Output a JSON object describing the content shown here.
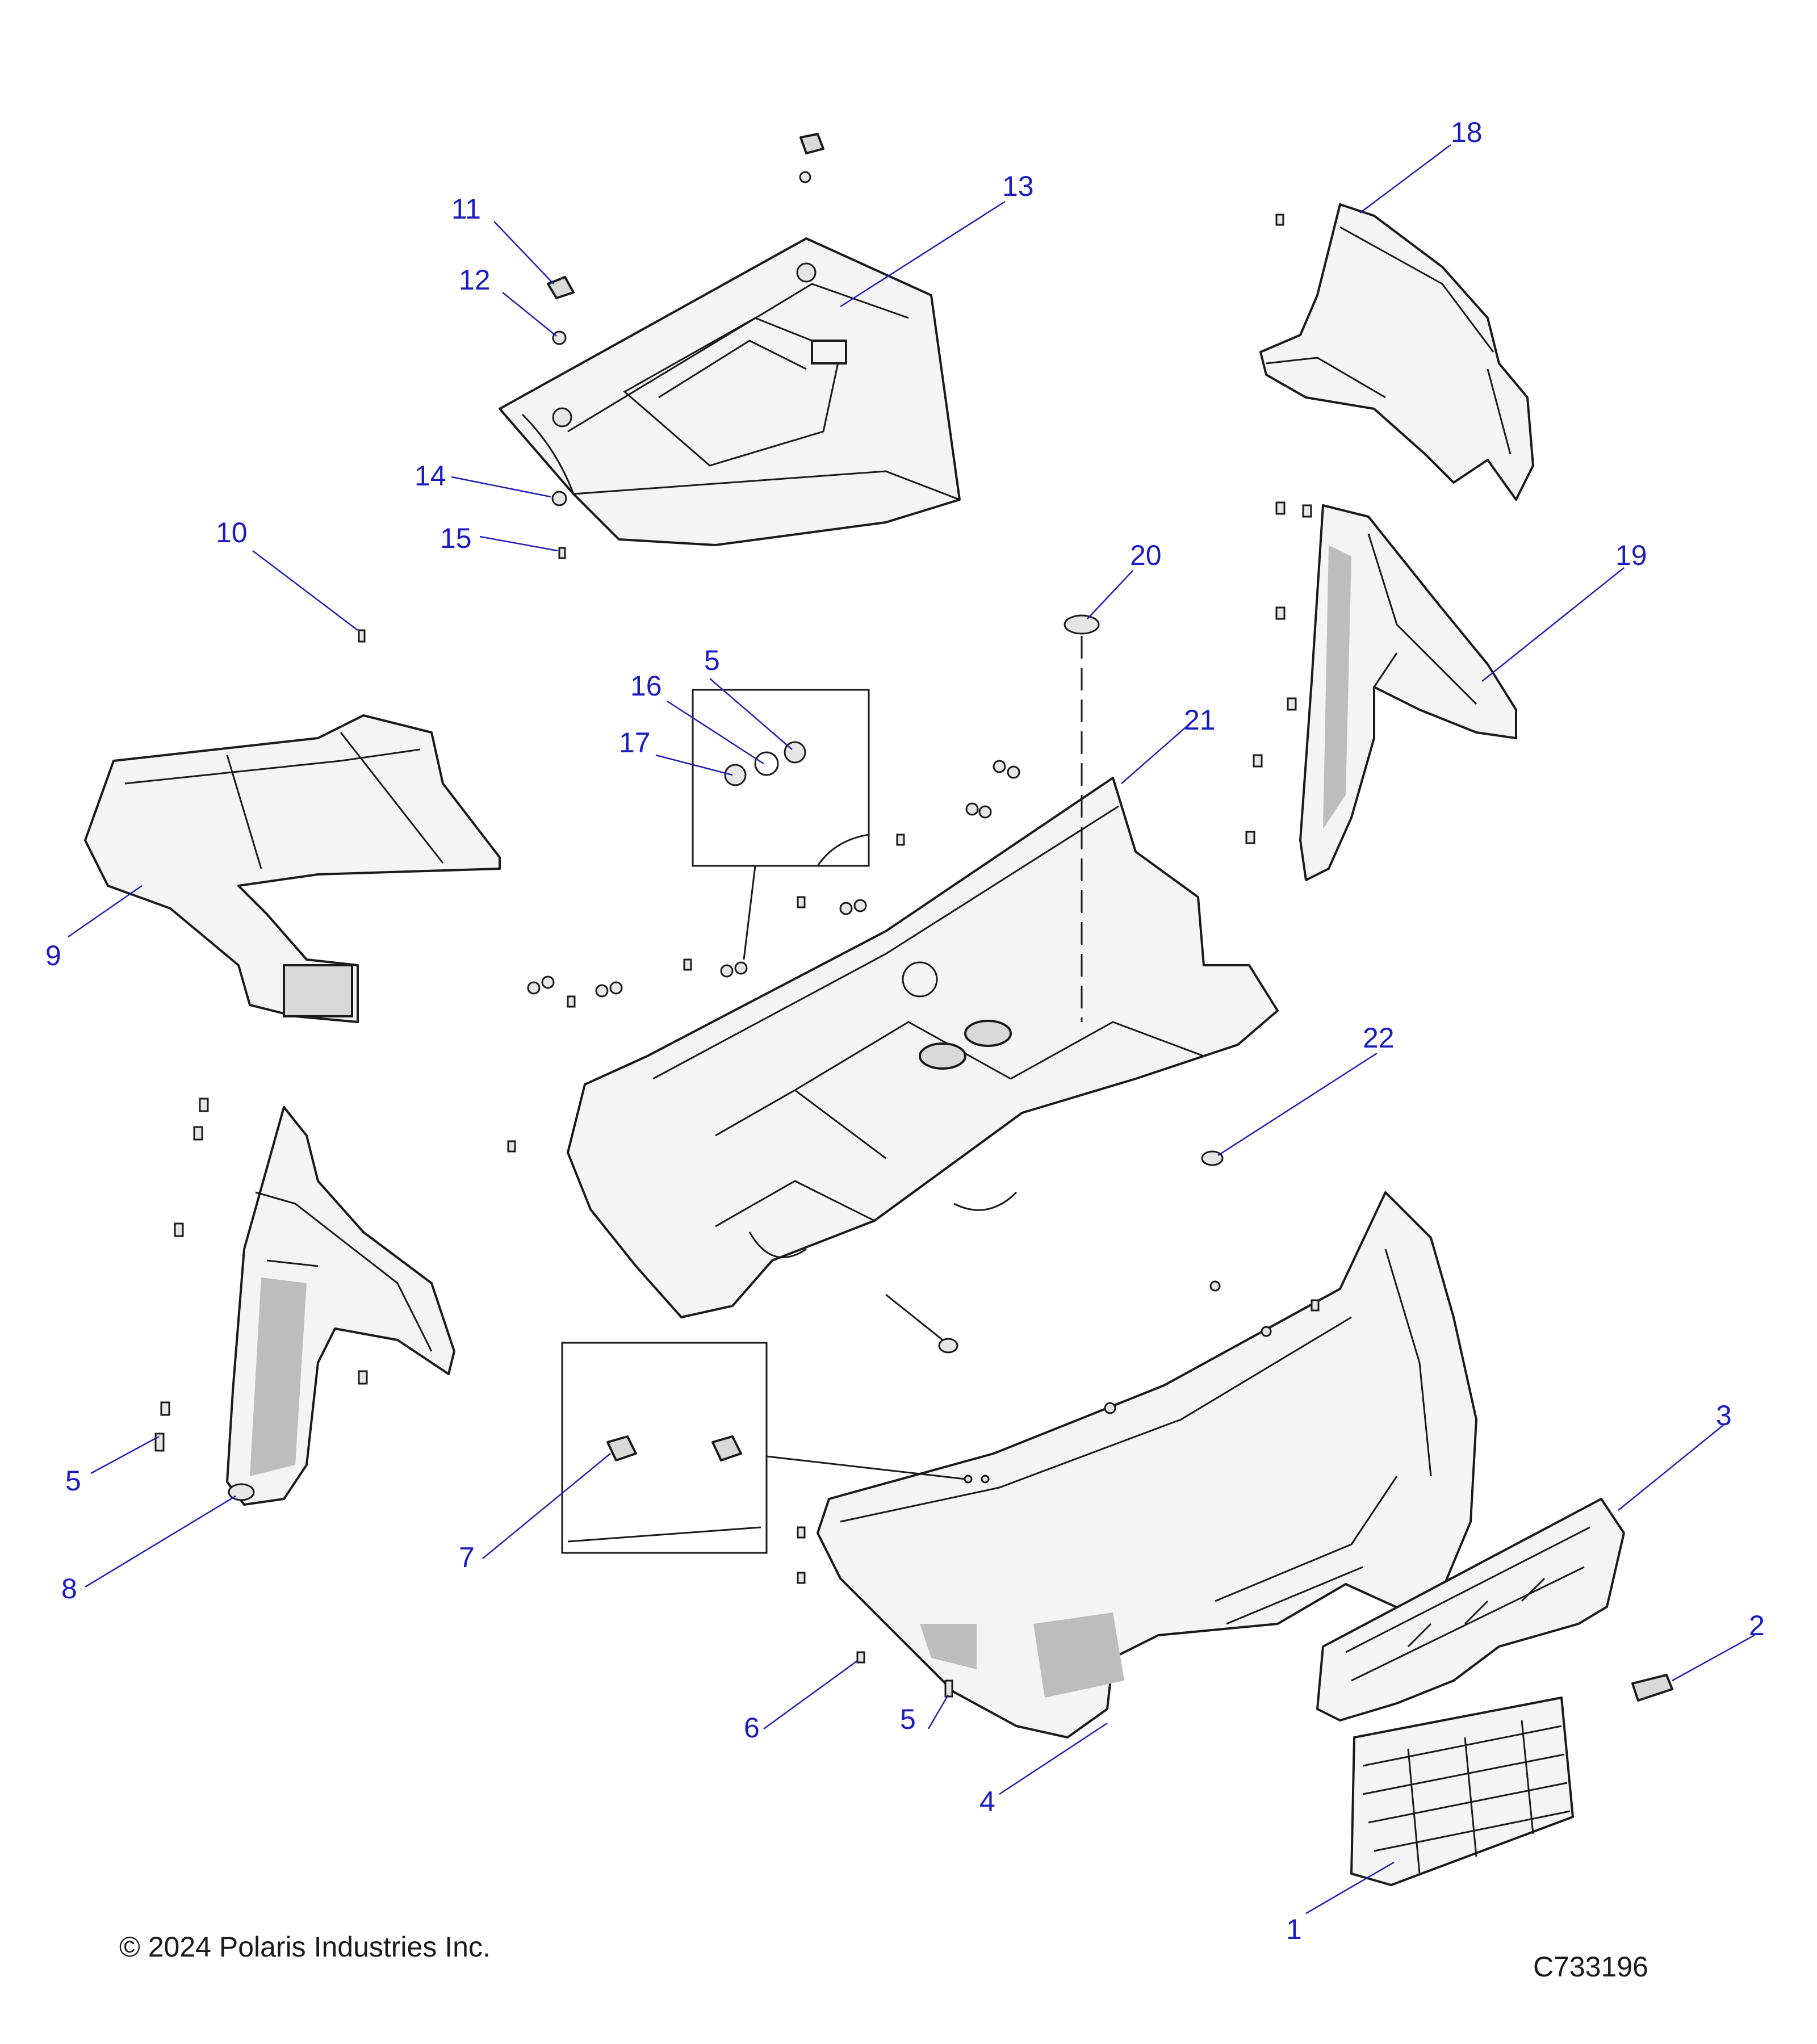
{
  "callouts": [
    {
      "id": "1",
      "label": "1"
    },
    {
      "id": "2",
      "label": "2"
    },
    {
      "id": "3",
      "label": "3"
    },
    {
      "id": "4",
      "label": "4"
    },
    {
      "id": "5a",
      "label": "5"
    },
    {
      "id": "5b",
      "label": "5"
    },
    {
      "id": "5c",
      "label": "5"
    },
    {
      "id": "6",
      "label": "6"
    },
    {
      "id": "7",
      "label": "7"
    },
    {
      "id": "8",
      "label": "8"
    },
    {
      "id": "9",
      "label": "9"
    },
    {
      "id": "10",
      "label": "10"
    },
    {
      "id": "11",
      "label": "11"
    },
    {
      "id": "12",
      "label": "12"
    },
    {
      "id": "13",
      "label": "13"
    },
    {
      "id": "14",
      "label": "14"
    },
    {
      "id": "15",
      "label": "15"
    },
    {
      "id": "16",
      "label": "16"
    },
    {
      "id": "17",
      "label": "17"
    },
    {
      "id": "18",
      "label": "18"
    },
    {
      "id": "19",
      "label": "19"
    },
    {
      "id": "20",
      "label": "20"
    },
    {
      "id": "21",
      "label": "21"
    },
    {
      "id": "22",
      "label": "22"
    }
  ],
  "footer": {
    "copyright": "© 2024 Polaris Industries Inc.",
    "drawing_id": "C733196"
  },
  "colors": {
    "callout": "#1c1cc0",
    "line": "#1a1a1a"
  }
}
